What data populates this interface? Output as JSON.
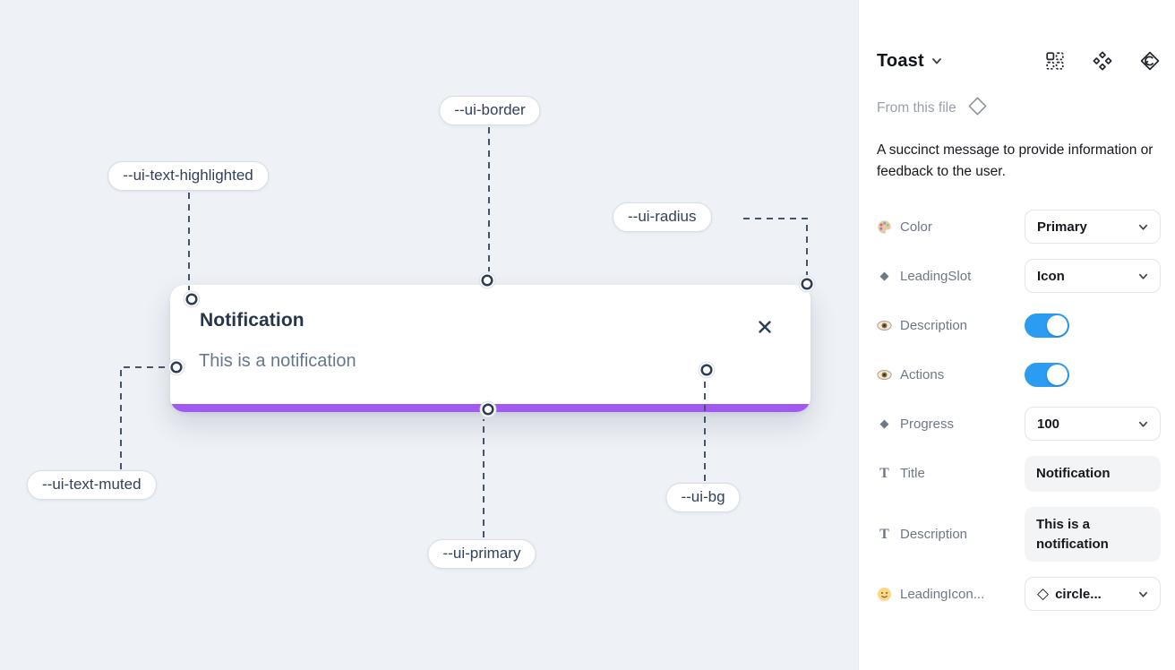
{
  "colors": {
    "primary_purple": "#a159f2",
    "toggle_blue": "#2b9cf2",
    "canvas_bg": "#eef1f6",
    "annotation_line": "#44546a",
    "toast_title_text": "#27354a",
    "toast_muted_text": "#66788f"
  },
  "canvas": {
    "toast": {
      "title": "Notification",
      "description": "This is a notification",
      "close_icon": "x-icon",
      "progress_value_shown_as_bar": "100"
    },
    "labels": [
      {
        "text": "--ui-border"
      },
      {
        "text": "--ui-text-highlighted"
      },
      {
        "text": "--ui-radius"
      },
      {
        "text": "--ui-text-muted"
      },
      {
        "text": "--ui-primary"
      },
      {
        "text": "--ui-bg"
      }
    ]
  },
  "panel": {
    "component_name": "Toast",
    "title_chevron_icon": "chevron-down-icon",
    "header_icons": [
      "instance-grid-icon",
      "component-diamonds-icon",
      "diamond-swap-arrow-icon"
    ],
    "source_label": "From this file",
    "source_icon": "diamond-outline-icon",
    "description": "A succinct message to provide information or feedback to the user.",
    "props": [
      {
        "icon": "palette-icon",
        "label": "Color",
        "control": "select",
        "value": "Primary"
      },
      {
        "icon": "diamond-icon",
        "label": "LeadingSlot",
        "control": "select",
        "value": "Icon"
      },
      {
        "icon": "eye-icon",
        "label": "Description",
        "control": "toggle",
        "value": "on"
      },
      {
        "icon": "eye-icon",
        "label": "Actions",
        "control": "toggle",
        "value": "on"
      },
      {
        "icon": "diamond-icon",
        "label": "Progress",
        "control": "select",
        "value": "100"
      },
      {
        "icon": "text-icon",
        "label": "Title",
        "control": "text",
        "value": "Notification"
      },
      {
        "icon": "text-icon",
        "label": "Description",
        "control": "text",
        "value": "This is a notification"
      },
      {
        "icon": "smiley-icon",
        "label": "LeadingIcon...",
        "control": "select",
        "value": "circle...",
        "value_icon": "diamond-outline-icon",
        "value_icon_glyph": "◇"
      }
    ]
  }
}
